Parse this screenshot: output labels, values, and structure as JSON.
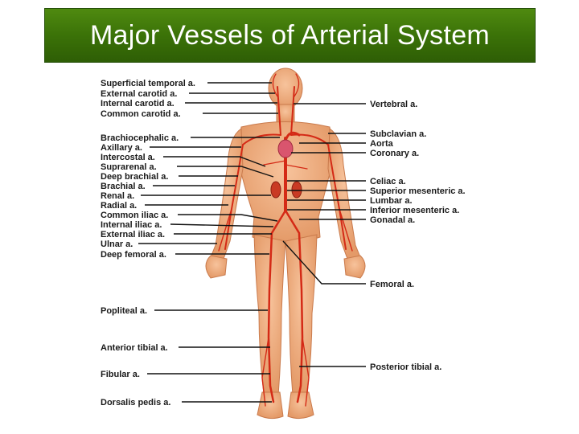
{
  "title": "Major Vessels of Arterial System",
  "colors": {
    "title_bar": "#3b7208",
    "title_text": "#ffffff",
    "artery": "#d42a16",
    "skin": "#f2b083"
  },
  "labels_left": [
    "Superficial temporal a.",
    "External carotid a.",
    "Internal carotid a.",
    "Common carotid a.",
    "Brachiocephalic a.",
    "Axillary a.",
    "Intercostal a.",
    "Suprarenal a.",
    "Deep brachial a.",
    "Brachial a.",
    "Renal a.",
    "Radial a.",
    "Common iliac a.",
    "Internal iliac a.",
    "External iliac a.",
    "Ulnar a.",
    "Deep femoral a.",
    "Popliteal a.",
    "Anterior tibial a.",
    "Fibular a.",
    "Dorsalis pedis a."
  ],
  "labels_right": [
    "Vertebral a.",
    "Subclavian a.",
    "Aorta",
    "Coronary a.",
    "Celiac a.",
    "Superior mesenteric a.",
    "Lumbar a.",
    "Inferior mesenteric a.",
    "Gonadal a.",
    "Femoral a.",
    "Posterior tibial a."
  ]
}
